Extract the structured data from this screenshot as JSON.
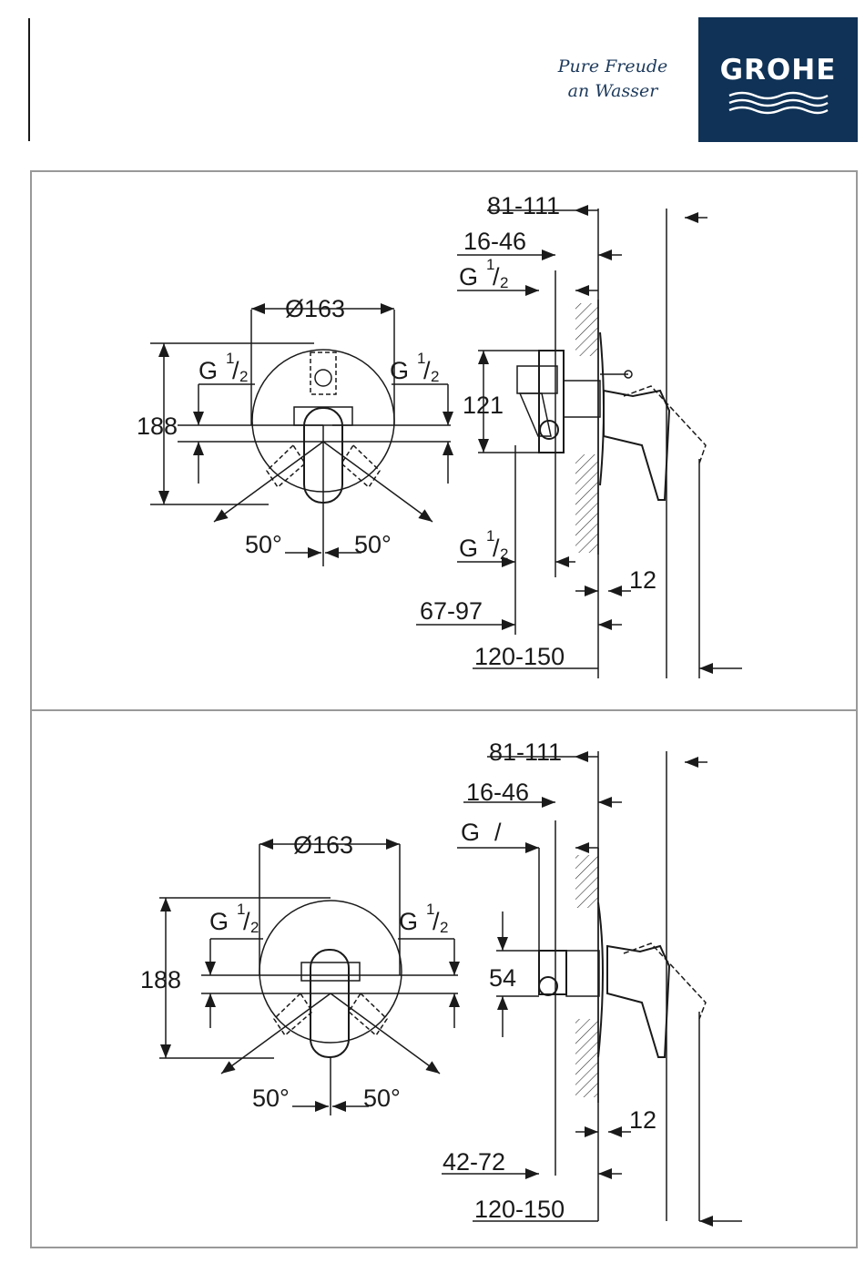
{
  "header": {
    "tagline_line1": "Pure Freude",
    "tagline_line2": "an Wasser",
    "logo": "GROHE",
    "brand_color": "#0f3256"
  },
  "drawings": [
    {
      "front": {
        "diameter": "Ø163",
        "height": "188",
        "port_left": "G",
        "port_right": "G",
        "fraction_num": "1",
        "fraction_den": "2",
        "angle_left": "50°",
        "angle_right": "50°"
      },
      "side": {
        "dim_top": "81-111",
        "dim_depth": "16-46",
        "port_top": "G",
        "port_bottom": "G",
        "fraction_num": "1",
        "fraction_den": "2",
        "height": "121",
        "wall": "12",
        "dim_body": "67-97",
        "dim_total": "120-150"
      }
    },
    {
      "front": {
        "diameter": "Ø163",
        "height": "188",
        "port_left": "G",
        "port_right": "G",
        "fraction_num": "1",
        "fraction_den": "2",
        "angle_left": "50°",
        "angle_right": "50°"
      },
      "side": {
        "dim_top": "81-111",
        "dim_depth": "16-46",
        "port_top": "G",
        "height": "54",
        "wall": "12",
        "dim_body": "42-72",
        "dim_total": "120-150"
      }
    }
  ]
}
